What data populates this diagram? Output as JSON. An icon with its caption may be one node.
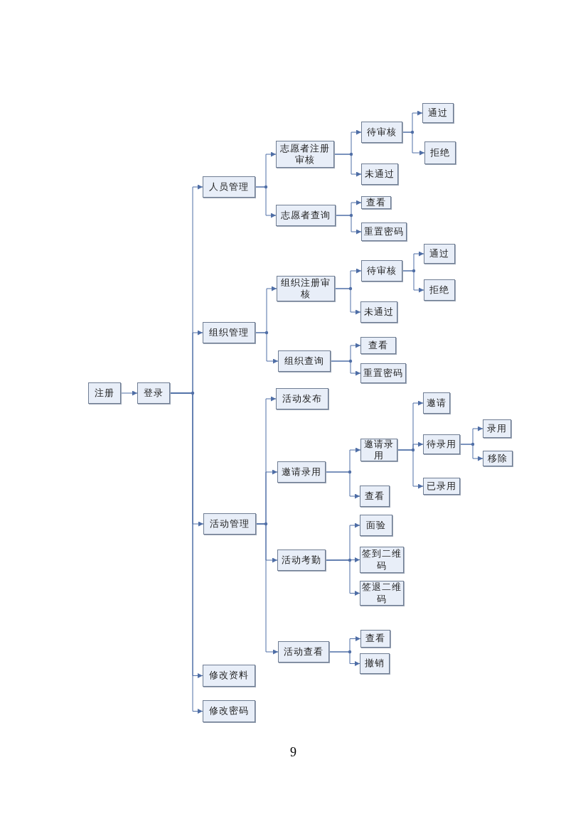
{
  "diagram": {
    "nodes": [
      {
        "text": [
          "注册"
        ]
      },
      {
        "text": [
          "登录"
        ]
      },
      {
        "text": [
          "人员管理"
        ]
      },
      {
        "text": [
          "志愿者注册审核"
        ]
      },
      {
        "text": [
          "待审核"
        ]
      },
      {
        "text": [
          "通过"
        ]
      },
      {
        "text": [
          "拒绝"
        ]
      },
      {
        "text": [
          "未通过"
        ]
      },
      {
        "text": [
          "志愿者查询"
        ]
      },
      {
        "text": [
          "查看"
        ]
      },
      {
        "text": [
          "重置密码"
        ]
      },
      {
        "text": [
          "组织管理"
        ]
      },
      {
        "text": [
          "组织注册审核"
        ]
      },
      {
        "text": [
          "待审核"
        ]
      },
      {
        "text": [
          "通过"
        ]
      },
      {
        "text": [
          "拒绝"
        ]
      },
      {
        "text": [
          "未通过"
        ]
      },
      {
        "text": [
          "组织查询"
        ]
      },
      {
        "text": [
          "查看"
        ]
      },
      {
        "text": [
          "重置密码"
        ]
      },
      {
        "text": [
          "活动发布"
        ]
      },
      {
        "text": [
          "邀请录用"
        ]
      },
      {
        "text": [
          "邀请录用"
        ]
      },
      {
        "text": [
          "邀请"
        ]
      },
      {
        "text": [
          "待录用"
        ]
      },
      {
        "text": [
          "已录用"
        ]
      },
      {
        "text": [
          "录用"
        ]
      },
      {
        "text": [
          "移除"
        ]
      },
      {
        "text": [
          "查看"
        ]
      },
      {
        "text": [
          "活动管理"
        ]
      },
      {
        "text": [
          "活动考勤"
        ]
      },
      {
        "text": [
          "面验"
        ]
      },
      {
        "text": [
          "签到二维码"
        ]
      },
      {
        "text": [
          "签退二维码"
        ]
      },
      {
        "text": [
          "活动查看"
        ]
      },
      {
        "text": [
          "查看"
        ]
      },
      {
        "text": [
          "撤销"
        ]
      },
      {
        "text": [
          "修改资料"
        ]
      },
      {
        "text": [
          "修改密码"
        ]
      }
    ],
    "edges": [
      {
        "from": 0,
        "to": 1,
        "arrow": "to"
      },
      {
        "from": 1,
        "to": 2,
        "arrow": "to"
      },
      {
        "from": 1,
        "to": 11,
        "arrow": "to"
      },
      {
        "from": 1,
        "to": 29,
        "arrow": "to"
      },
      {
        "from": 1,
        "to": 37,
        "arrow": "to"
      },
      {
        "from": 1,
        "to": 38,
        "arrow": "to"
      },
      {
        "from": 2,
        "to": 3,
        "arrow": "to"
      },
      {
        "from": 2,
        "to": 8,
        "arrow": "to"
      },
      {
        "from": 3,
        "to": 4,
        "arrow": "to"
      },
      {
        "from": 3,
        "to": 7,
        "arrow": "to"
      },
      {
        "from": 4,
        "to": 5,
        "arrow": "to"
      },
      {
        "from": 4,
        "to": 6,
        "arrow": "to"
      },
      {
        "from": 8,
        "to": 9,
        "arrow": "to"
      },
      {
        "from": 8,
        "to": 10,
        "arrow": "to"
      },
      {
        "from": 11,
        "to": 12,
        "arrow": "to"
      },
      {
        "from": 11,
        "to": 17,
        "arrow": "to"
      },
      {
        "from": 12,
        "to": 13,
        "arrow": "to"
      },
      {
        "from": 12,
        "to": 16,
        "arrow": "to"
      },
      {
        "from": 13,
        "to": 14,
        "arrow": "to"
      },
      {
        "from": 13,
        "to": 15,
        "arrow": "to"
      },
      {
        "from": 17,
        "to": 18,
        "arrow": "to"
      },
      {
        "from": 17,
        "to": 19,
        "arrow": "to"
      },
      {
        "from": 29,
        "to": 20,
        "arrow": "to"
      },
      {
        "from": 29,
        "to": 21,
        "arrow": "to"
      },
      {
        "from": 29,
        "to": 30,
        "arrow": "to"
      },
      {
        "from": 29,
        "to": 34,
        "arrow": "to"
      },
      {
        "from": 21,
        "to": 22,
        "arrow": "to"
      },
      {
        "from": 21,
        "to": 28,
        "arrow": "to"
      },
      {
        "from": 22,
        "to": 23,
        "arrow": "to"
      },
      {
        "from": 22,
        "to": 24,
        "arrow": "to"
      },
      {
        "from": 22,
        "to": 25,
        "arrow": "to"
      },
      {
        "from": 24,
        "to": 26,
        "arrow": "to"
      },
      {
        "from": 24,
        "to": 27,
        "arrow": "to"
      },
      {
        "from": 30,
        "to": 31,
        "arrow": "to"
      },
      {
        "from": 30,
        "to": 32,
        "arrow": "to"
      },
      {
        "from": 30,
        "to": 33,
        "arrow": "to"
      },
      {
        "from": 34,
        "to": 35,
        "arrow": "to"
      },
      {
        "from": 34,
        "to": 36,
        "arrow": "to"
      }
    ],
    "labels": [
      "9"
    ]
  }
}
